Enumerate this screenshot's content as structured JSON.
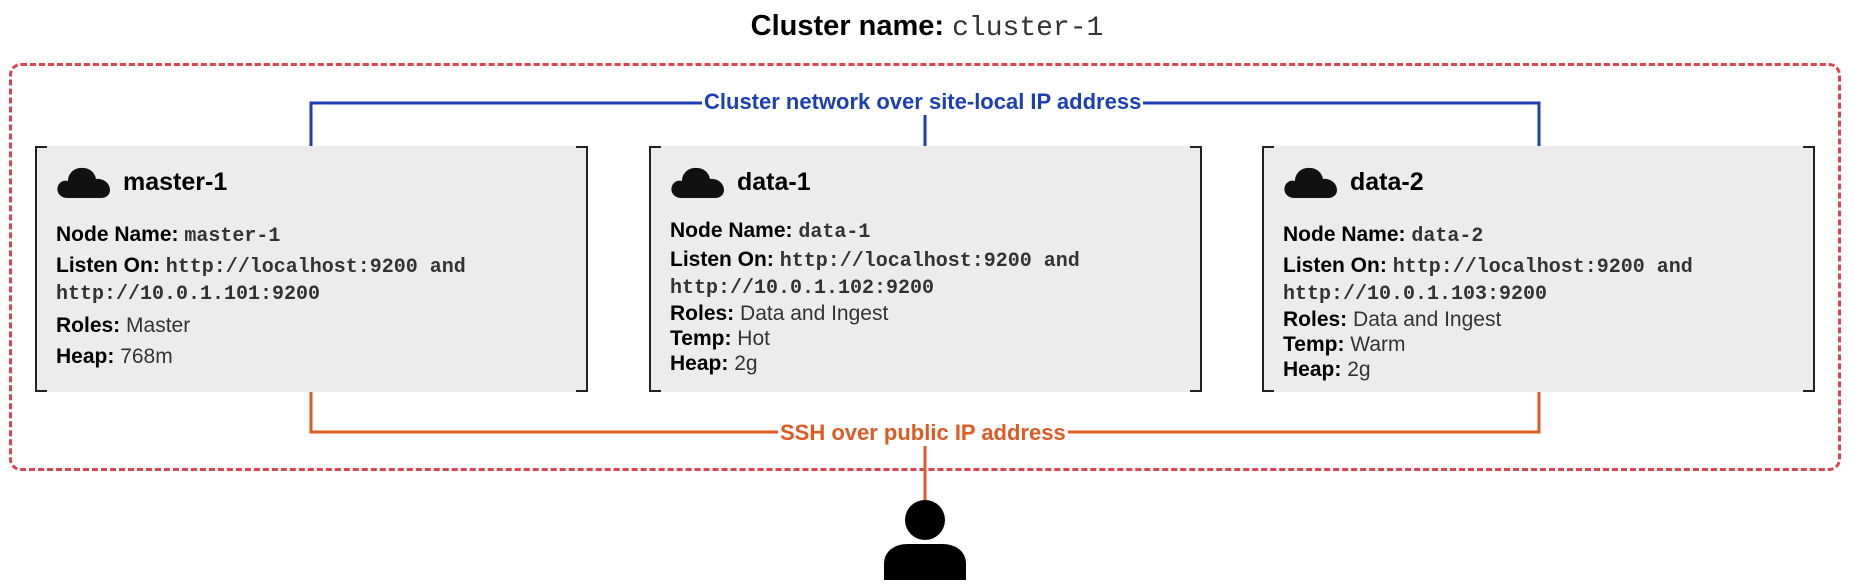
{
  "title": {
    "label": "Cluster name:",
    "name": "cluster-1"
  },
  "networks": {
    "cluster": {
      "label": "Cluster network over site-local IP address",
      "color": "#1c3fb8"
    },
    "ssh": {
      "label": "SSH over public IP address",
      "color": "#e05a23"
    }
  },
  "border_color": "#e0434f",
  "nodes": [
    {
      "title": "master-1",
      "icon": "cloud-icon",
      "node_name_label": "Node Name:",
      "node_name": "master-1",
      "listen_label": "Listen On:",
      "listen_1": "http://localhost:9200 and",
      "listen_2": "http://10.0.1.101:9200",
      "roles_label": "Roles:",
      "roles": "Master",
      "heap_label": "Heap:",
      "heap": "768m"
    },
    {
      "title": "data-1",
      "icon": "cloud-icon",
      "node_name_label": "Node Name:",
      "node_name": "data-1",
      "listen_label": "Listen On:",
      "listen_1": "http://localhost:9200 and",
      "listen_2": "http://10.0.1.102:9200",
      "roles_label": "Roles:",
      "roles": "Data and Ingest",
      "temp_label": "Temp:",
      "temp": "Hot",
      "heap_label": "Heap:",
      "heap": "2g"
    },
    {
      "title": "data-2",
      "icon": "cloud-icon",
      "node_name_label": "Node Name:",
      "node_name": "data-2",
      "listen_label": "Listen On:",
      "listen_1": "http://localhost:9200 and",
      "listen_2": "http://10.0.1.103:9200",
      "roles_label": "Roles:",
      "roles": "Data and Ingest",
      "temp_label": "Temp:",
      "temp": "Warm",
      "heap_label": "Heap:",
      "heap": "2g"
    }
  ],
  "user": {
    "icon": "user-icon"
  }
}
